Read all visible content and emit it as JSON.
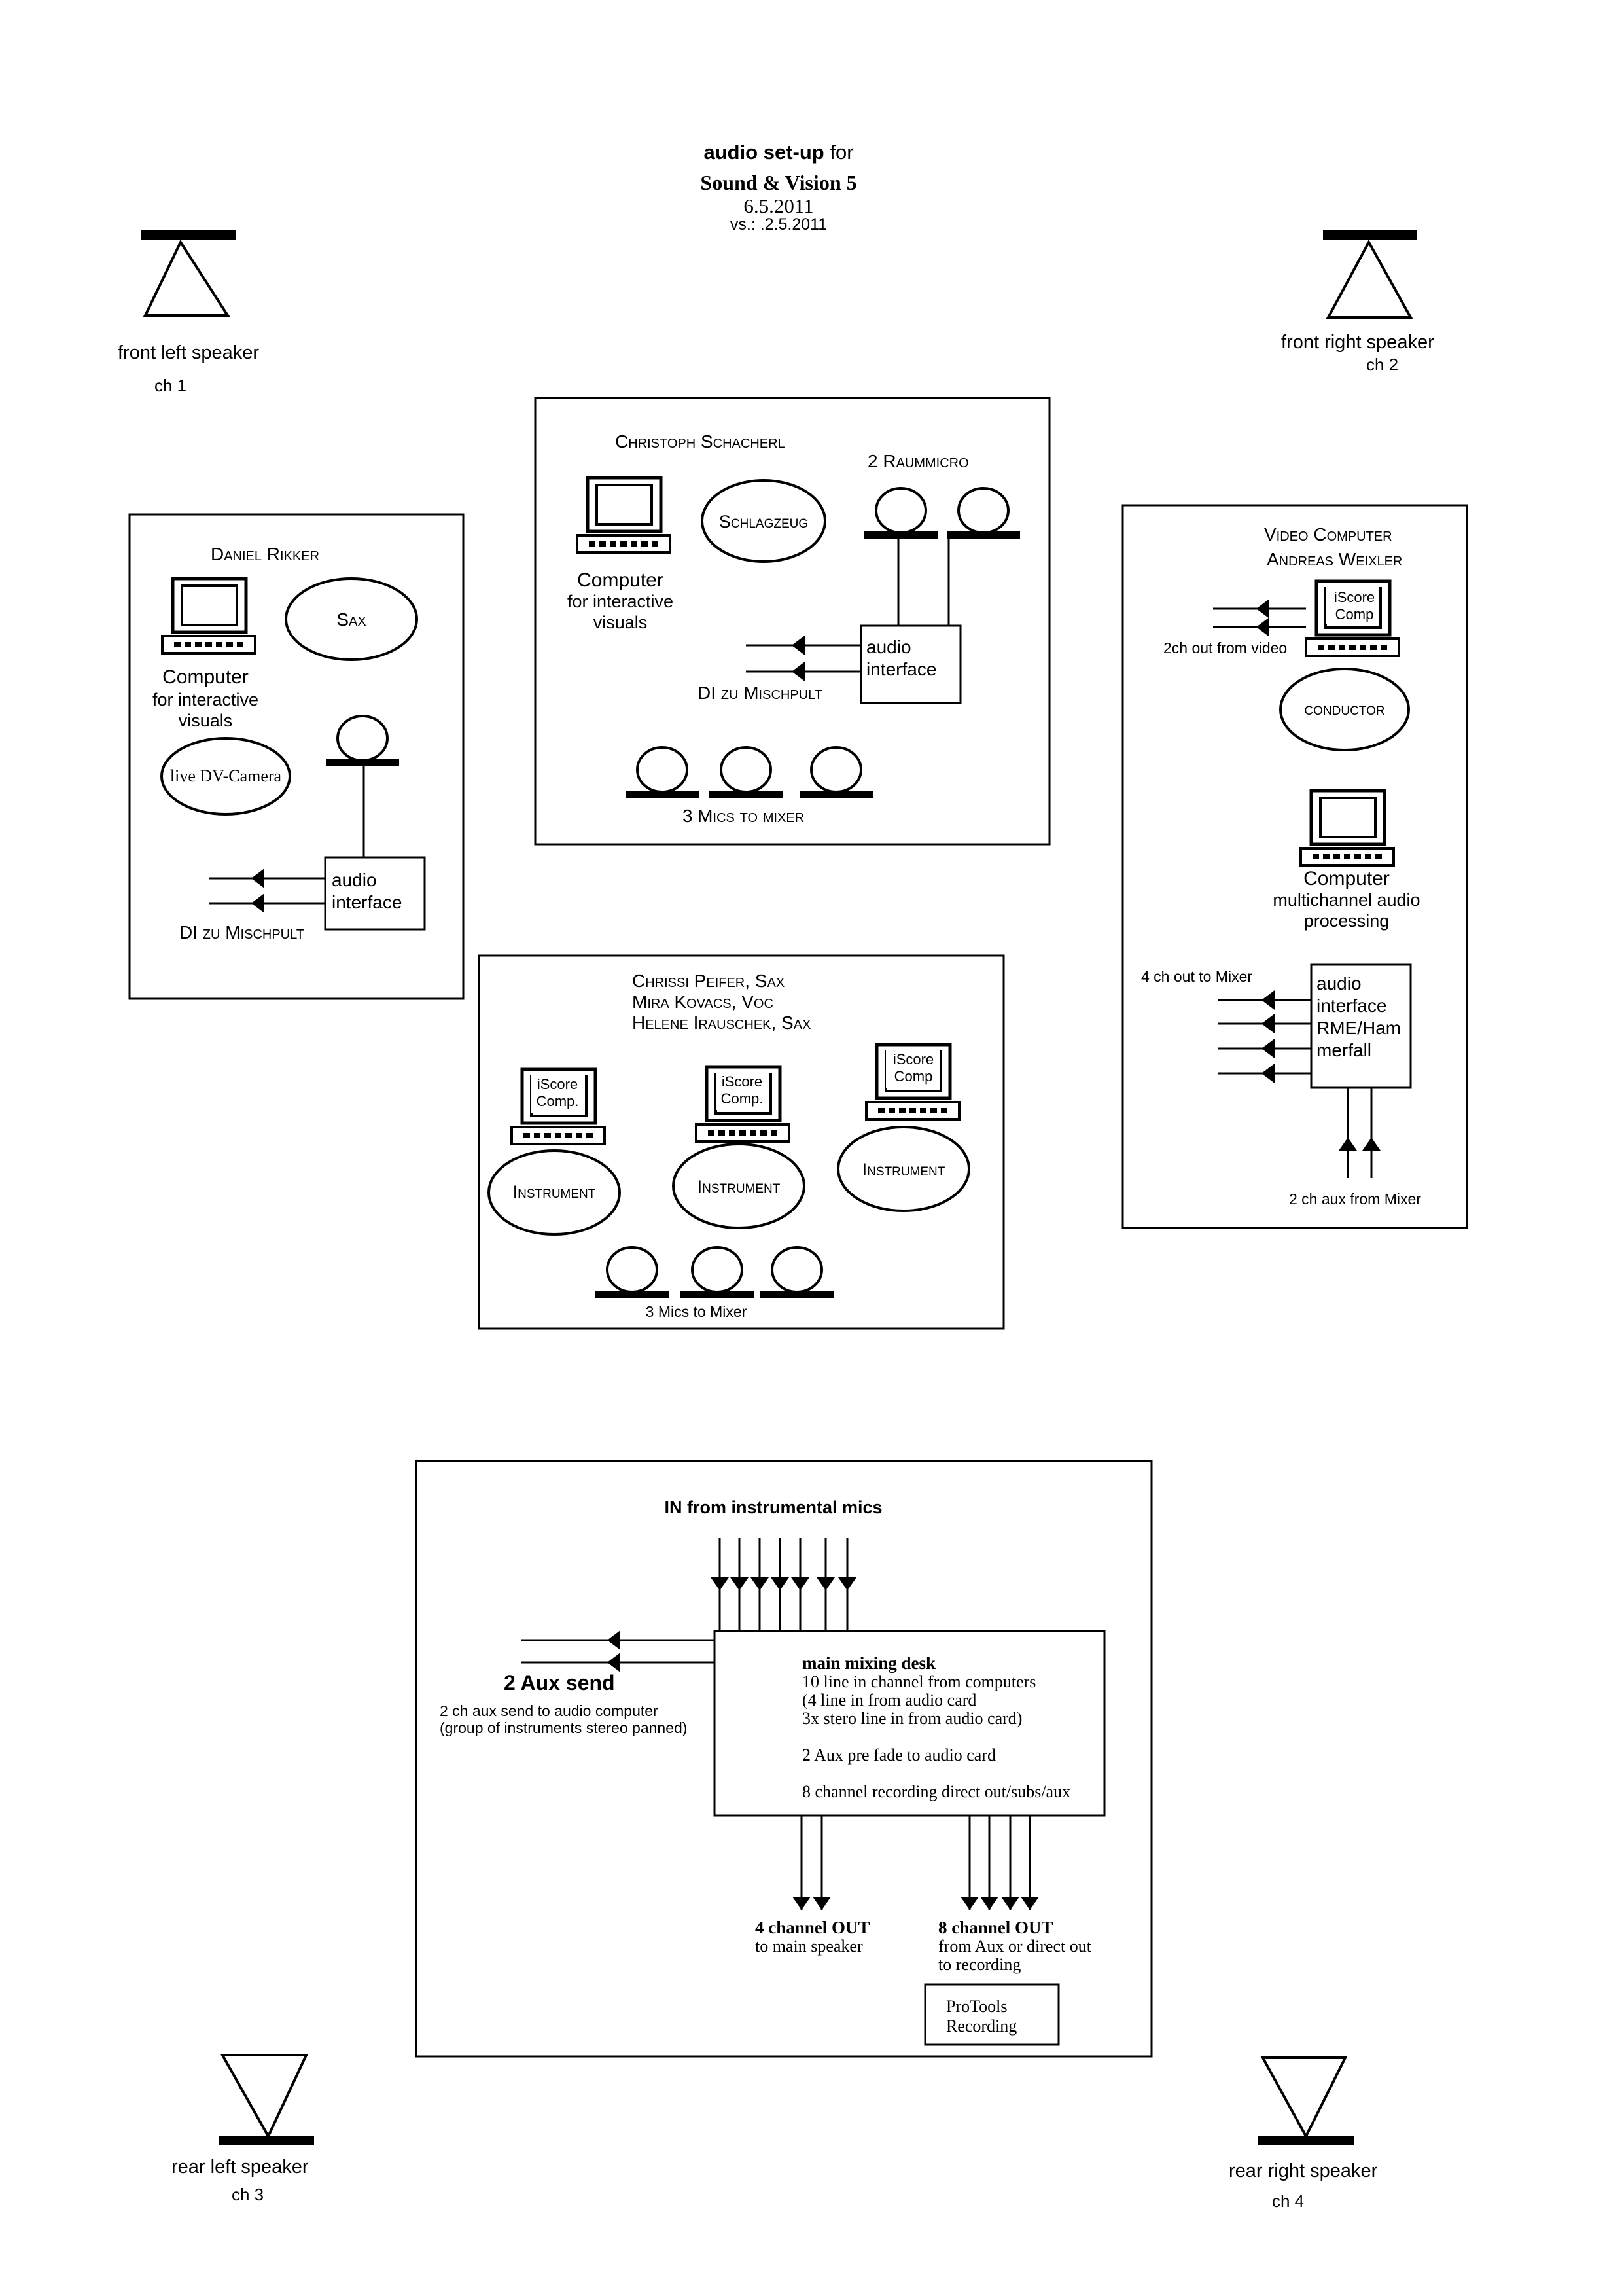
{
  "header": {
    "title_bold": "audio  set-up",
    "title_rest": " for",
    "subtitle": "Sound & Vision 5",
    "date": "6.5.2011",
    "version": "vs.: .2.5.2011"
  },
  "speakers": {
    "front_left": {
      "label": "front left speaker",
      "channel": "ch 1"
    },
    "front_right": {
      "label": "front right speaker",
      "channel": "ch  2"
    },
    "rear_left": {
      "label": "rear left speaker",
      "channel": "ch  3"
    },
    "rear_right": {
      "label": "rear right speaker",
      "channel": "ch  4"
    }
  },
  "left_station": {
    "performer": "Daniel Rikker",
    "instrument": "Sax",
    "computer_title": "Computer",
    "computer_desc": [
      "for interactive",
      "visuals"
    ],
    "camera": "live DV-Camera",
    "interface": [
      "audio",
      "interface"
    ],
    "di_label": "DI zu Mischpult"
  },
  "center_top_station": {
    "performer": "Christoph Schacherl",
    "instrument": "Schlagzeug",
    "mics_label": "2 Raummicro",
    "computer_title": "Computer",
    "computer_desc": [
      "for interactive",
      "visuals"
    ],
    "interface": [
      "audio",
      "interface"
    ],
    "di_label": "DI zu Mischpult",
    "bottom_mics_label": "3 Mics to mixer"
  },
  "right_station": {
    "title_lines": [
      "Video Computer",
      "Andreas Weixler"
    ],
    "iscore_label": [
      "iScore",
      "Comp"
    ],
    "video_out": "2ch out from video",
    "conductor": "conductor",
    "computer_title": "Computer",
    "computer_desc": [
      "multichannel audio",
      "processing"
    ],
    "mixer_out": "4 ch out to Mixer",
    "interface": [
      "audio",
      "interface",
      "RME/Ham",
      "merfall"
    ],
    "aux_in": "2 ch aux from Mixer"
  },
  "center_bottom_station": {
    "performers": [
      "Chrissi Peifer, Sax",
      "Mira Kovacs, Voc",
      "Helene Irauschek, Sax"
    ],
    "iscore_labels": [
      [
        "iScore",
        "Comp."
      ],
      [
        "iScore",
        "Comp."
      ],
      [
        "iScore",
        "Comp"
      ]
    ],
    "instrument_label": "Instrument",
    "mics_label": "3 Mics to  Mixer"
  },
  "mixer_section": {
    "in_label": "IN from instrumental mics",
    "aux_send_title": "2 Aux send",
    "aux_send_desc": [
      "2 ch aux send to audio  computer",
      "(group of instruments stereo panned)"
    ],
    "desk_title": "main mixing desk",
    "desk_lines": [
      "10 line  in channel from computers",
      "(4 line in from audio card",
      "3x stero line in from audio card)",
      "",
      "2 Aux pre fade to audio card",
      "",
      "8 channel recording direct out/subs/aux"
    ],
    "out4_title": "4 channel OUT",
    "out4_desc": "to main speaker",
    "out8_title": "8 channel OUT",
    "out8_desc": [
      "from Aux or direct out",
      "to recording"
    ],
    "protools": [
      "ProTools",
      "Recording"
    ]
  }
}
